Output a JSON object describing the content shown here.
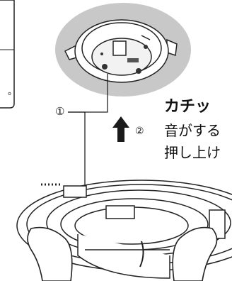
{
  "colors": {
    "halo": "#c8c8c8",
    "line": "#222222",
    "arrow": "#1a1a1a"
  },
  "labels": {
    "callout_1": "①",
    "callout_2": "②",
    "heading_partial": "カチッ",
    "line2_partial": "音がする",
    "line3_partial": "押し上け",
    "small_glyph": "。"
  },
  "icons": {
    "up_arrow": "up-arrow-icon"
  }
}
